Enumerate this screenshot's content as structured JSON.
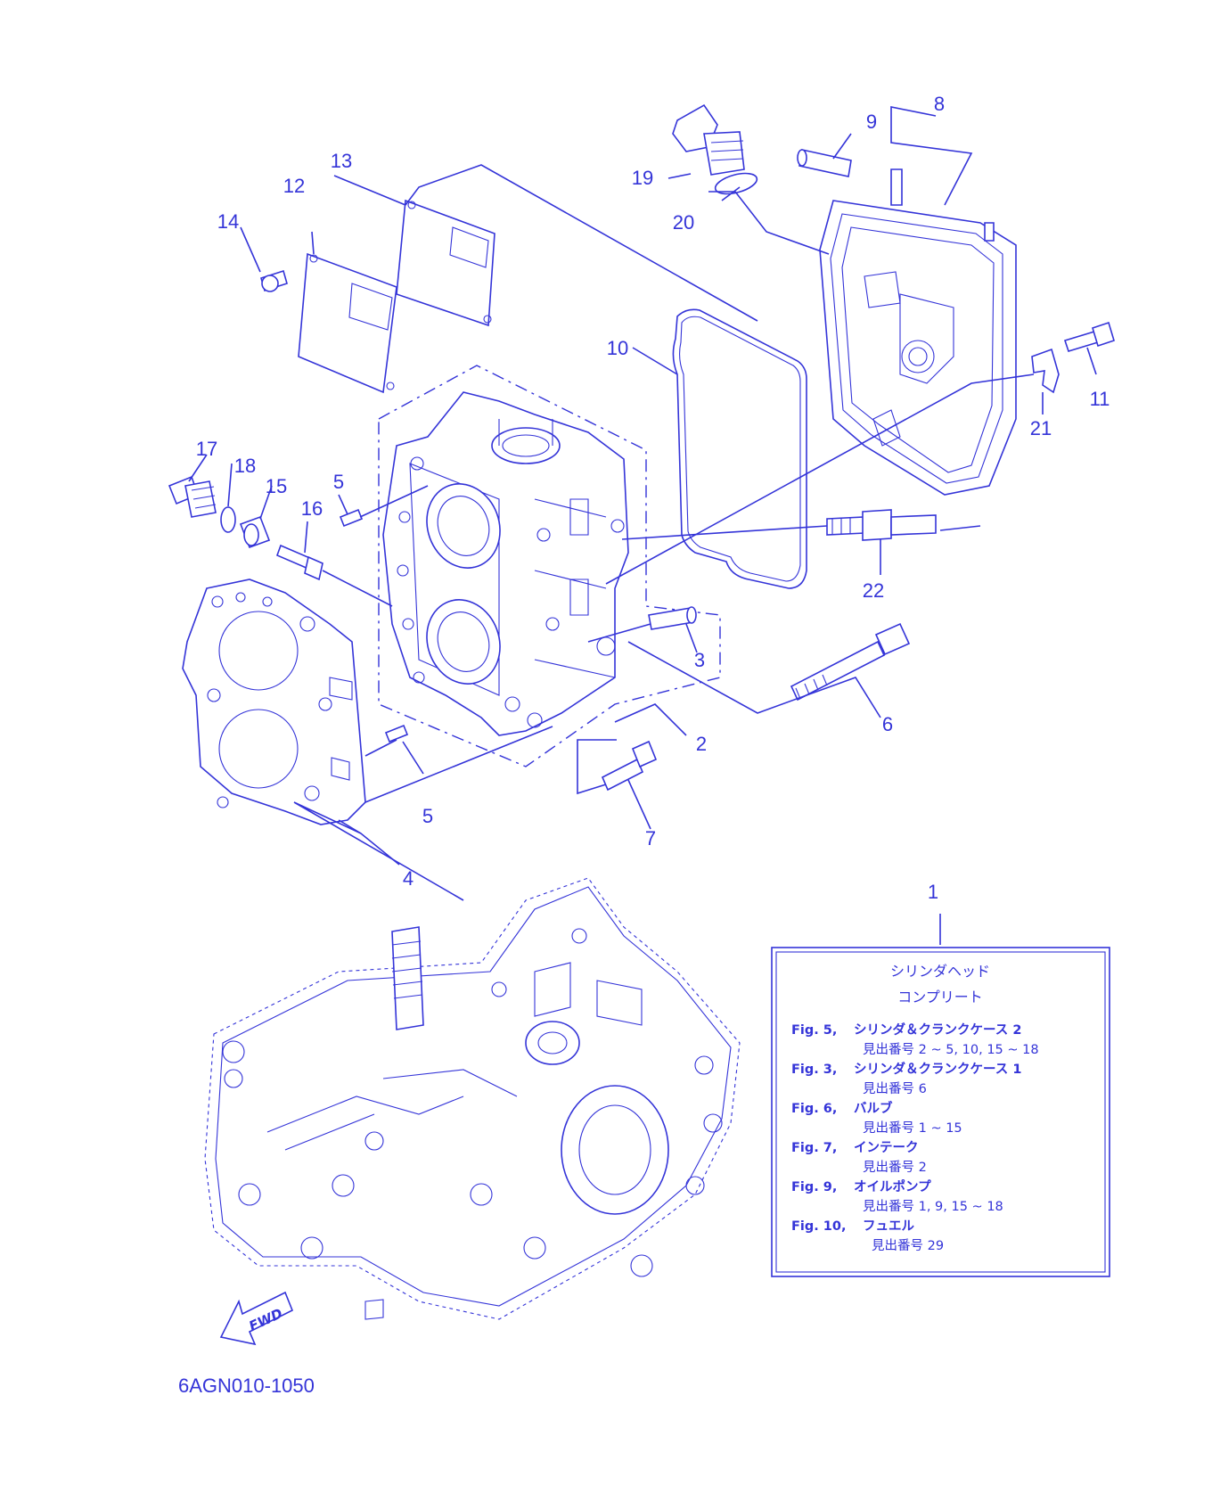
{
  "diagram": {
    "figure_code": "6AGN010-1050",
    "fwd_label": "FWD",
    "accent_color": "#3434d8",
    "callouts": [
      {
        "id": "c1",
        "label": "1"
      },
      {
        "id": "c2",
        "label": "2"
      },
      {
        "id": "c3",
        "label": "3"
      },
      {
        "id": "c4",
        "label": "4"
      },
      {
        "id": "c5a",
        "label": "5"
      },
      {
        "id": "c5b",
        "label": "5"
      },
      {
        "id": "c6",
        "label": "6"
      },
      {
        "id": "c7",
        "label": "7"
      },
      {
        "id": "c8",
        "label": "8"
      },
      {
        "id": "c9",
        "label": "9"
      },
      {
        "id": "c10",
        "label": "10"
      },
      {
        "id": "c11",
        "label": "11"
      },
      {
        "id": "c12",
        "label": "12"
      },
      {
        "id": "c13",
        "label": "13"
      },
      {
        "id": "c14",
        "label": "14"
      },
      {
        "id": "c15",
        "label": "15"
      },
      {
        "id": "c16",
        "label": "16"
      },
      {
        "id": "c17",
        "label": "17"
      },
      {
        "id": "c18",
        "label": "18"
      },
      {
        "id": "c19",
        "label": "19"
      },
      {
        "id": "c20",
        "label": "20"
      },
      {
        "id": "c21",
        "label": "21"
      },
      {
        "id": "c22",
        "label": "22"
      }
    ],
    "info_box": {
      "title_line1": "シリンダヘッド",
      "title_line2": "コンプリート",
      "refs": [
        {
          "fig": "Fig. 5,",
          "name": "シリンダ＆クランクケース 2",
          "index": "見出番号 2 ~ 5, 10, 15 ~ 18"
        },
        {
          "fig": "Fig. 3,",
          "name": "シリンダ＆クランクケース 1",
          "index": "見出番号 6"
        },
        {
          "fig": "Fig. 6,",
          "name": "バルブ",
          "index": "見出番号 1 ~ 15"
        },
        {
          "fig": "Fig. 7,",
          "name": "インテーク",
          "index": "見出番号 2"
        },
        {
          "fig": "Fig. 9,",
          "name": "オイルポンプ",
          "index": "見出番号 1, 9, 15 ~ 18"
        },
        {
          "fig": "Fig. 10,",
          "name": "フュエル",
          "index": "見出番号 29"
        }
      ]
    }
  }
}
